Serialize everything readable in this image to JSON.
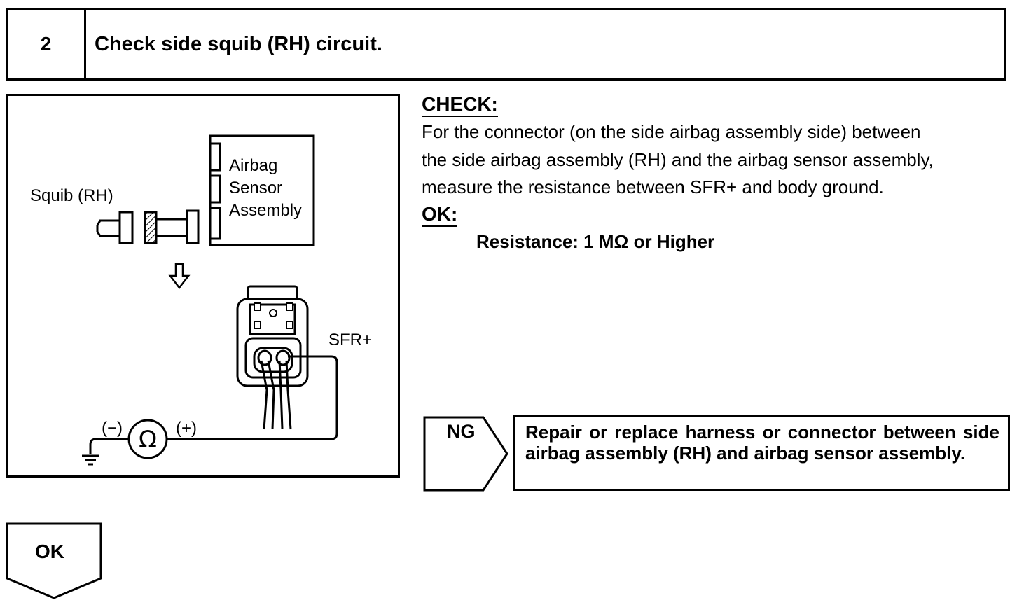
{
  "header": {
    "step_number": "2",
    "title": "Check side squib (RH) circuit."
  },
  "figure": {
    "squib_label": "Squib (RH)",
    "sensor_label_lines": [
      "Airbag",
      "Sensor",
      "Assembly"
    ],
    "terminal_label": "SFR+",
    "minus_label": "(−)",
    "plus_label": "(+)",
    "ohm_symbol": "Ω"
  },
  "check": {
    "heading": "CHECK:",
    "lines": [
      "For the connector (on the side airbag assembly side) between",
      "the side airbag assembly (RH) and the airbag sensor assembly,",
      "measure the resistance between SFR+ and body ground."
    ]
  },
  "ok": {
    "heading": "OK:",
    "spec": "Resistance: 1 MΩ or Higher"
  },
  "ng": {
    "label": "NG",
    "action": "Repair or replace harness or connector between side airbag assembly (RH) and airbag sensor assembly."
  },
  "ok_flow": {
    "label": "OK"
  }
}
